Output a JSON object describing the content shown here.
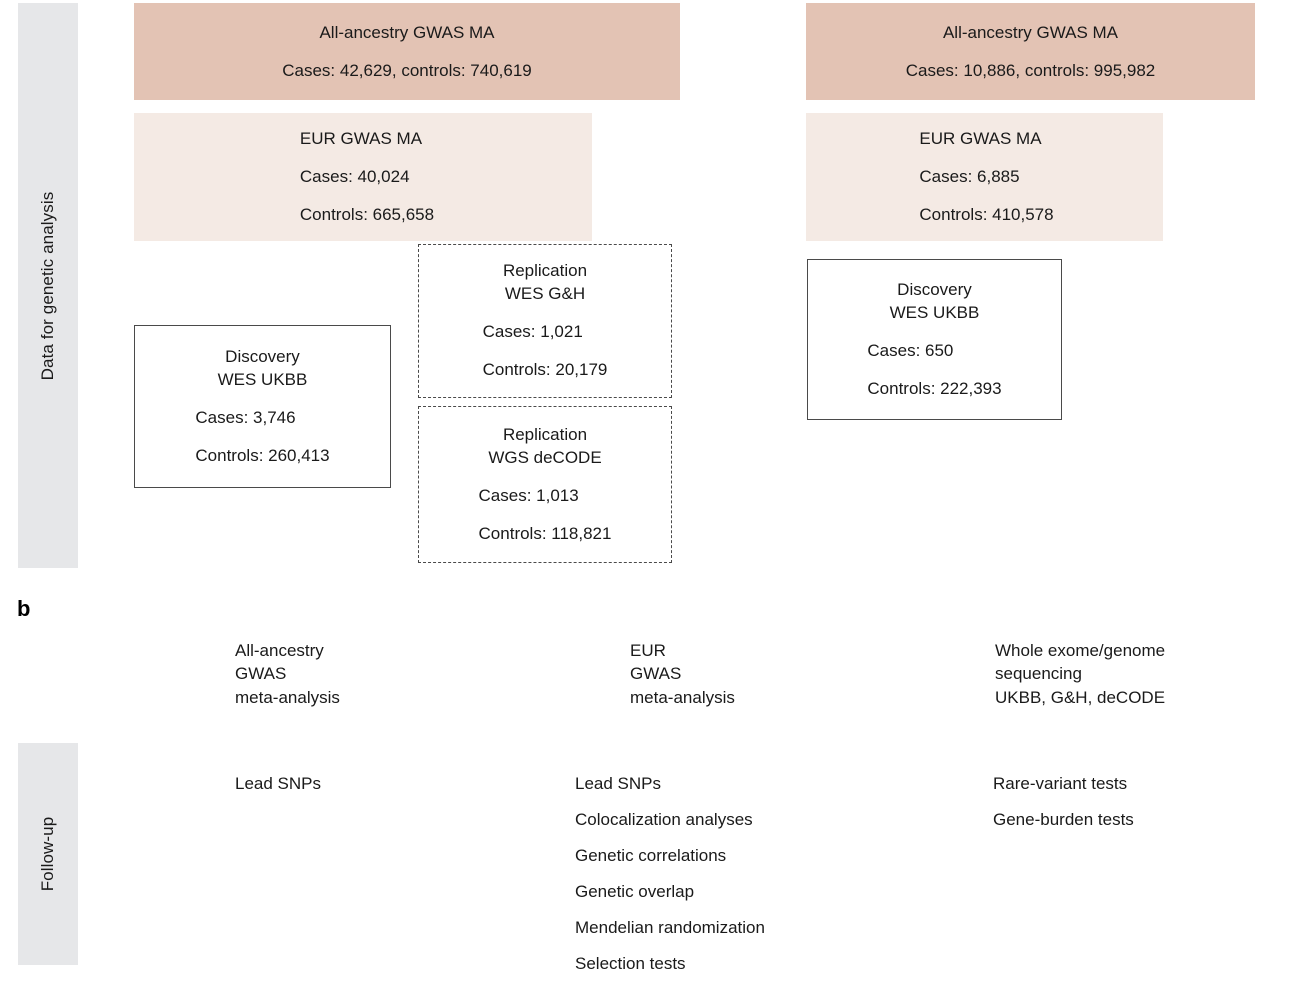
{
  "figure": {
    "panel_a_rail_label": "Data for genetic analysis",
    "panel_b_letter": "b",
    "panel_b_rail_label": "Follow-up"
  },
  "colors": {
    "fill_dark": "#e3c3b4",
    "fill_light": "#f4eae4",
    "rail_gray": "#e6e7e9",
    "outline": "#4a4a4a",
    "text": "#1a1a1a"
  },
  "panel_a": {
    "left_column": {
      "all_ancestry": {
        "title": "All-ancestry GWAS MA",
        "counts": "Cases:  42,629, controls: 740,619"
      },
      "eur": {
        "title": "EUR GWAS MA",
        "cases": "Cases: 40,024",
        "controls": "Controls: 665,658"
      },
      "discovery": {
        "line1": "Discovery",
        "line2": "WES UKBB",
        "cases": "Cases: 3,746",
        "controls": "Controls: 260,413"
      },
      "replication_wes": {
        "line1": "Replication",
        "line2": "WES G&H",
        "cases": "Cases: 1,021",
        "controls": "Controls: 20,179"
      },
      "replication_wgs": {
        "line1": "Replication",
        "line2": "WGS deCODE",
        "cases": "Cases: 1,013",
        "controls": "Controls: 118,821"
      }
    },
    "right_column": {
      "all_ancestry": {
        "title": "All-ancestry GWAS MA",
        "counts": "Cases: 10,886, controls: 995,982"
      },
      "eur": {
        "title": "EUR GWAS MA",
        "cases": "Cases: 6,885",
        "controls": "Controls: 410,578"
      },
      "discovery": {
        "line1": "Discovery",
        "line2": "WES UKBB",
        "cases": "Cases: 650",
        "controls": "Controls: 222,393"
      }
    }
  },
  "panel_b": {
    "columns": [
      {
        "header": "All-ancestry\nGWAS\nmeta-analysis",
        "style": "fill-dark",
        "items": [
          "Lead SNPs"
        ]
      },
      {
        "header": "EUR\nGWAS\nmeta-analysis",
        "style": "fill-light",
        "items": [
          "Lead SNPs",
          "Colocalization analyses",
          "Genetic correlations",
          "Genetic overlap",
          "Mendelian randomization",
          "Selection tests"
        ]
      },
      {
        "header": "Whole exome/genome\nsequencing\nUKBB, G&H, deCODE",
        "style": "outline-solid",
        "items": [
          "Rare-variant tests",
          "Gene-burden tests"
        ]
      }
    ]
  }
}
